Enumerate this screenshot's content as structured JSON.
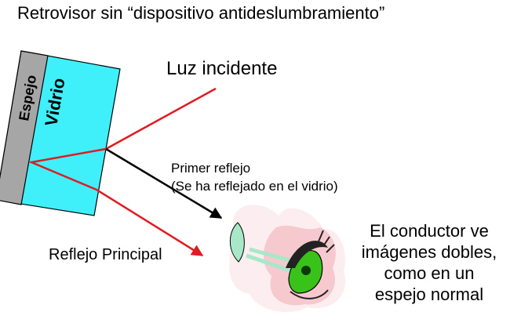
{
  "title": "Retrovisor sin “dispositivo antideslumbramiento”",
  "mirror": {
    "mirror_label": "Espejo",
    "glass_label": "Vidrio",
    "colors": {
      "mirror": "#a6a6a6",
      "glass": "#3ff0fa",
      "outline": "#000000"
    }
  },
  "rays": {
    "incident_label": "Luz incidente",
    "first_reflection_label_line1": "Primer reflejo",
    "first_reflection_label_line2": "(Se ha reflejado en el vidrio)",
    "main_reflection_label": "Reflejo Principal",
    "colors": {
      "main_ray": "#e01b22",
      "first_reflection": "#000000"
    }
  },
  "viewer": {
    "caption_lines": [
      "El conductor ve",
      "imágenes dobles,",
      "como en un",
      "espejo normal"
    ],
    "icon": "eye-icon",
    "colors": {
      "skin": "#f6c9cf",
      "iris": "#39c21a",
      "lens": "#a8e8c8"
    }
  }
}
